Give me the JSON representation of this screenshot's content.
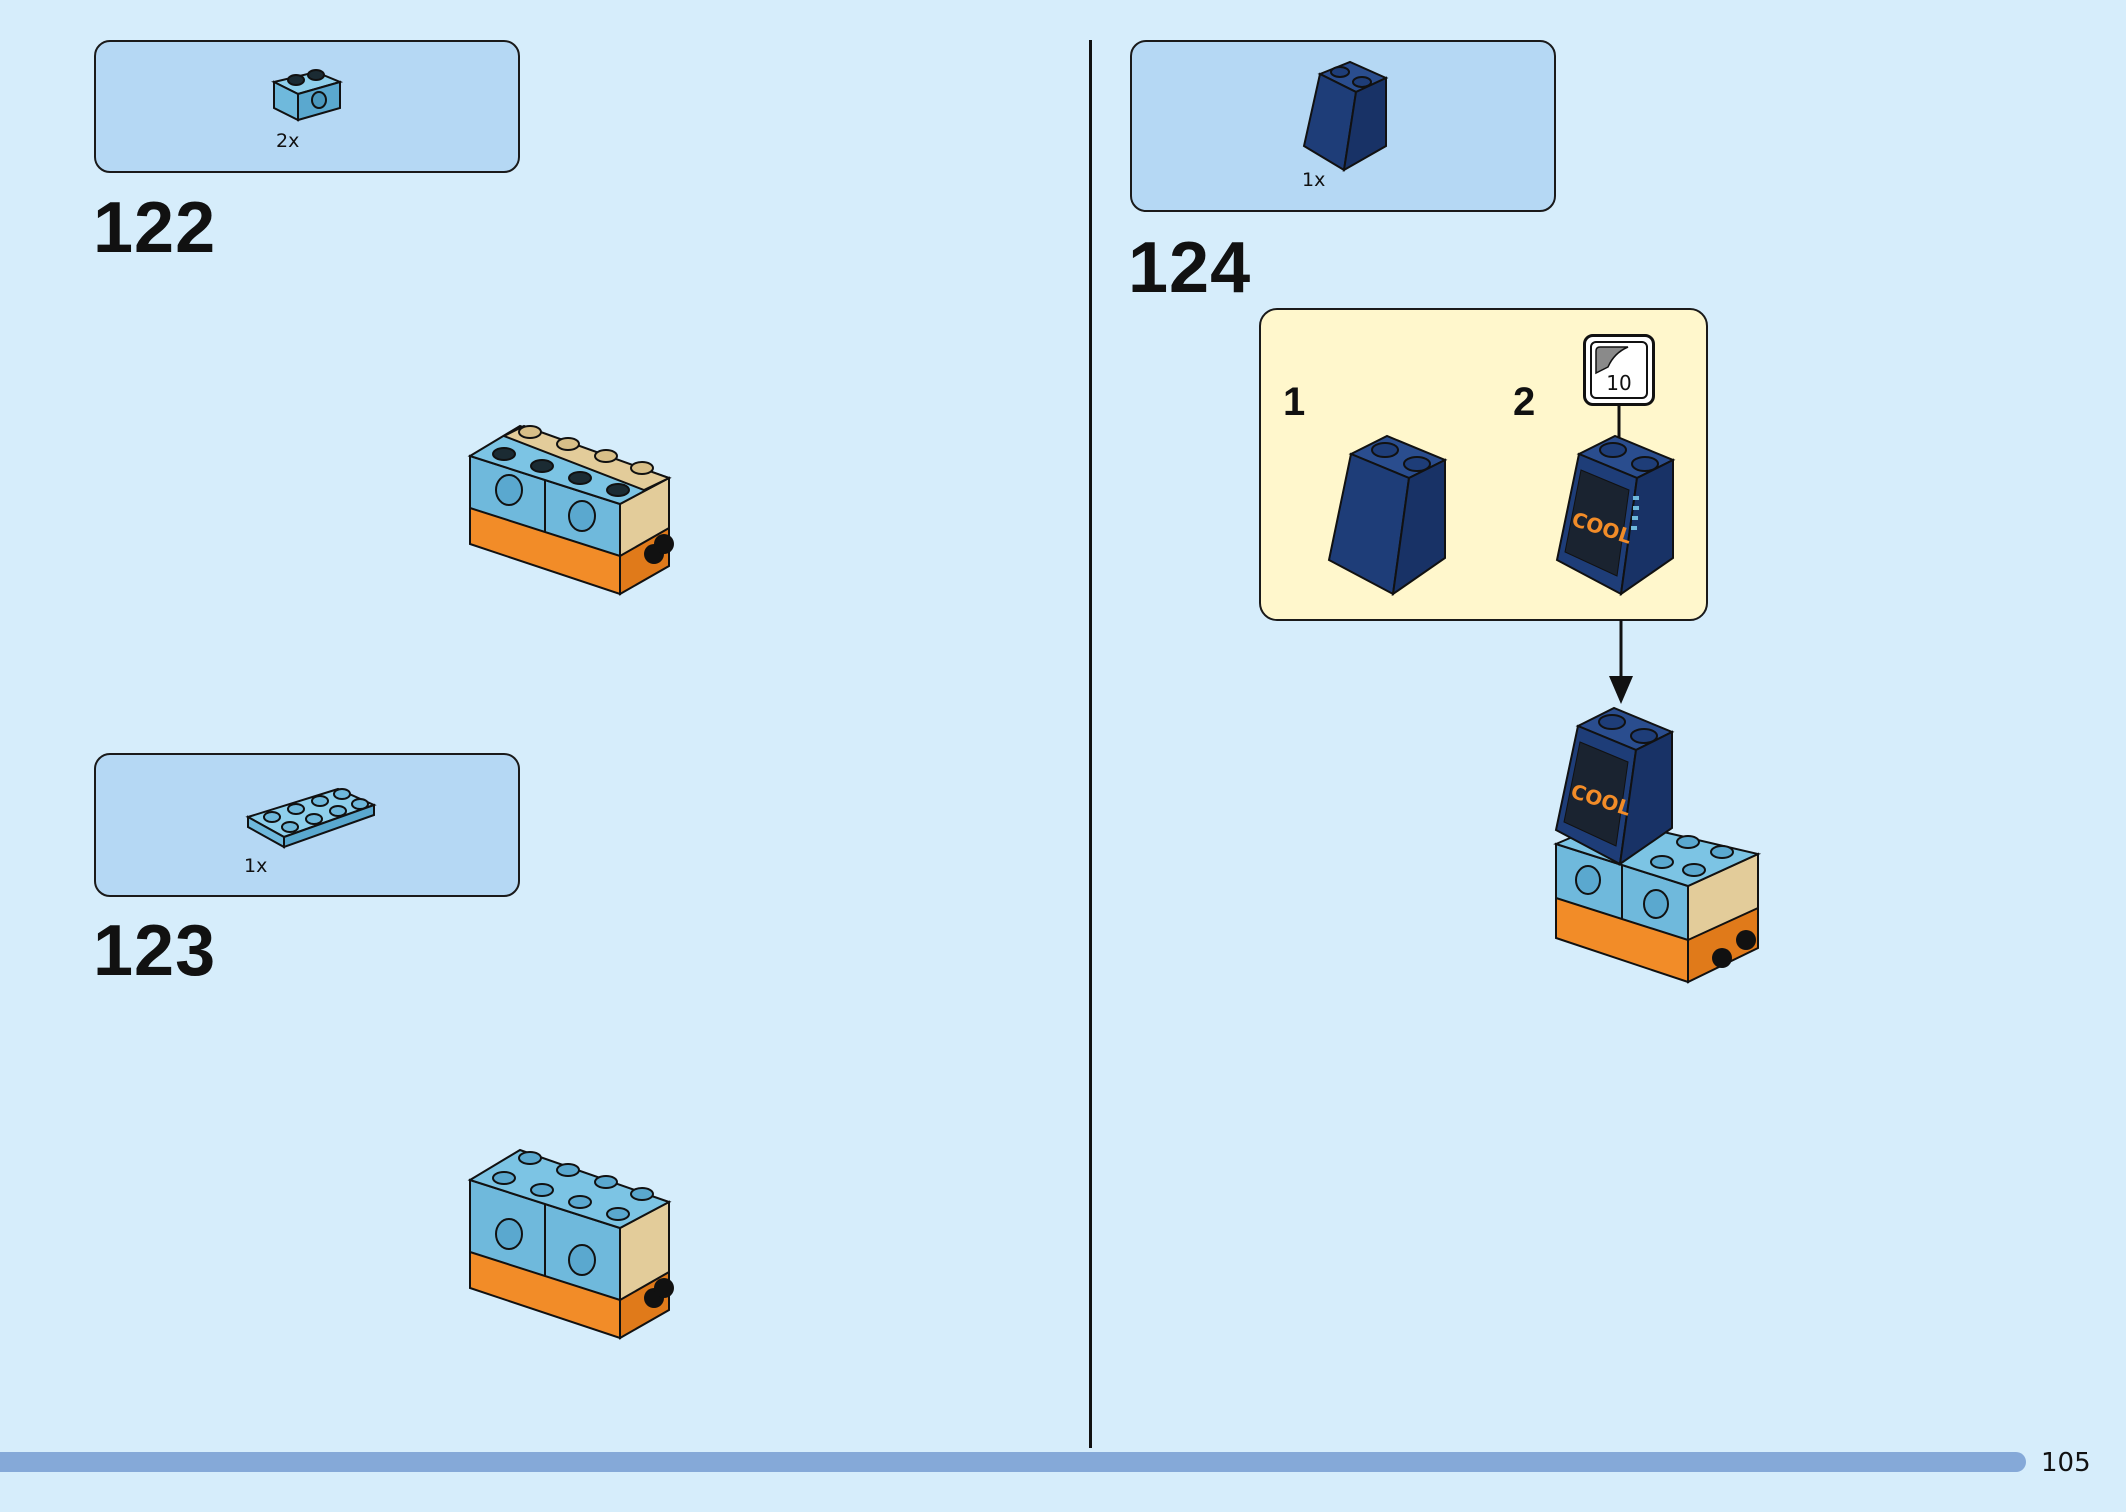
{
  "steps": [
    {
      "number": "122",
      "parts_qty": "2x"
    },
    {
      "number": "123",
      "parts_qty": "1x"
    },
    {
      "number": "124",
      "parts_qty": "1x"
    }
  ],
  "callout": {
    "sub_steps": [
      "1",
      "2"
    ],
    "sticker_number": "10",
    "print_text": "COOL"
  },
  "page_number": "105",
  "colors": {
    "background": "#d6edfb",
    "parts_box": "#b5d8f4",
    "callout_bg": "#fff7cc",
    "medium_azure": "#6fb9dc",
    "tan": "#e3cc9a",
    "orange": "#f28c28",
    "dark_blue": "#1e3d78",
    "progress_bar": "#85a9d8"
  }
}
